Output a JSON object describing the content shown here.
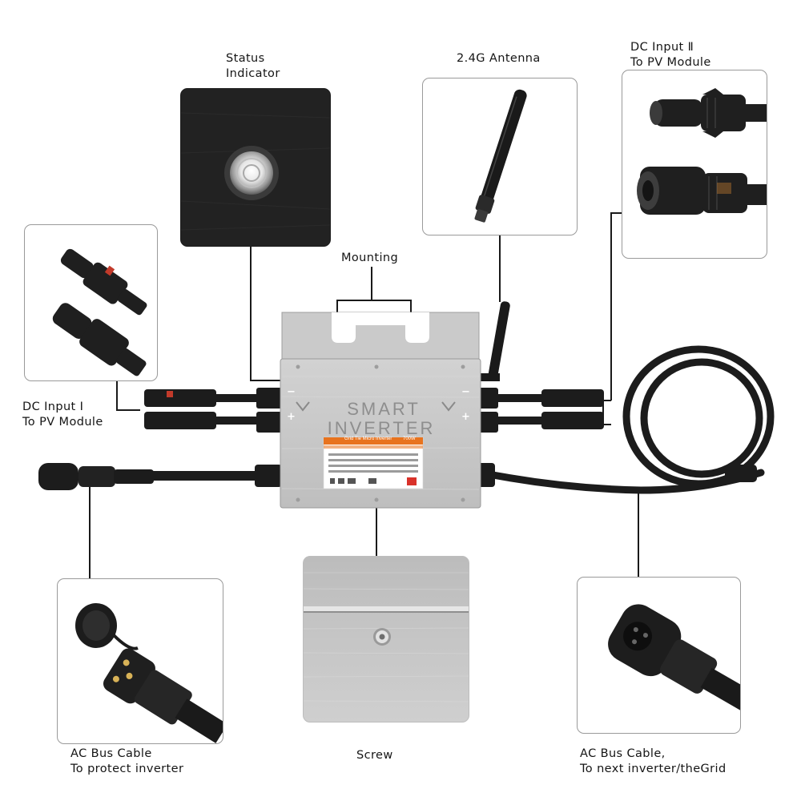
{
  "labels": {
    "status_indicator": [
      "Status",
      "Indicator"
    ],
    "antenna": "2.4G Antenna",
    "dc_input_2": [
      "DC Input Ⅱ",
      "To PV Module"
    ],
    "mounting": "Mounting",
    "dc_input_1": [
      "DC Input Ⅰ",
      "To PV Module"
    ],
    "ac_bus_left": [
      "AC Bus Cable",
      "To protect inverter"
    ],
    "screw": "Screw",
    "ac_bus_right": [
      "AC Bus Cable,",
      "To next inverter/theGrid"
    ]
  },
  "inverter": {
    "title_line1": "SMART",
    "title_line2": "INVERTER",
    "label_title": "Grid Tie Micro Inverter",
    "label_power": "700W",
    "minus": "−",
    "plus": "+"
  },
  "colors": {
    "body_silver": "#c9c9c9",
    "label_orange": "#e8731e",
    "cable_black": "#1c1c1c"
  }
}
